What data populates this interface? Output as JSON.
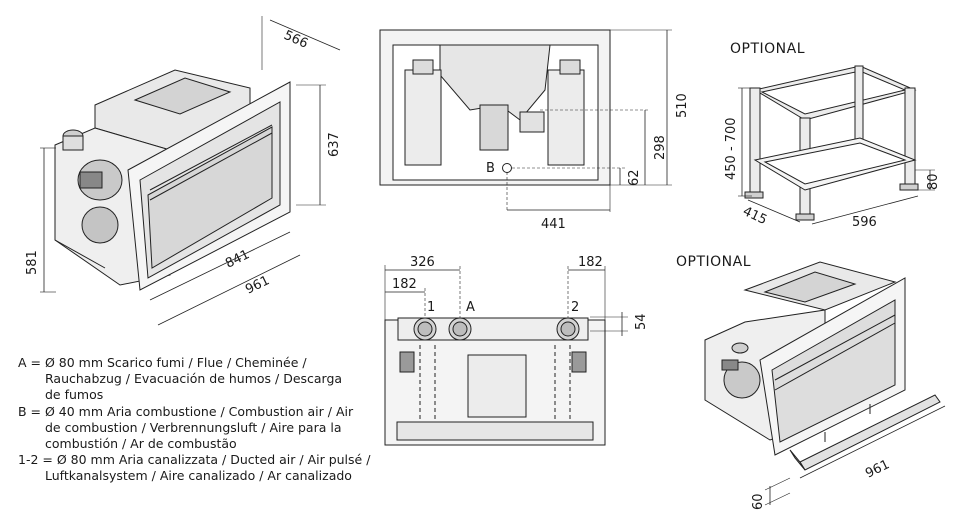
{
  "view1": {
    "d566": "566",
    "d637": "637",
    "d581": "581",
    "d841": "841",
    "d961": "961"
  },
  "view2": {
    "d510": "510",
    "d298": "298",
    "d62": "62",
    "d441": "441",
    "label_b": "B"
  },
  "view3": {
    "d326": "326",
    "d182_left": "182",
    "d182_right": "182",
    "d54": "54",
    "label_1": "1",
    "label_a": "A",
    "label_2": "2"
  },
  "stand": {
    "title": "OPTIONAL",
    "d450_700": "450 - 700",
    "d80": "80",
    "d415": "415",
    "d596": "596"
  },
  "kit": {
    "title": "OPTIONAL",
    "d961": "961",
    "d60": "60"
  },
  "legend": {
    "a_line1": "A = Ø 80 mm  Scarico fumi / Flue / Cheminée /",
    "a_line2": "Rauchabzug / Evacuación de humos / Descarga",
    "a_line3": "de fumos",
    "b_line1": "B = Ø 40 mm  Aria combustione / Combustion air / Air",
    "b_line2": "de combustion / Verbrennungsluft  / Aire para la",
    "b_line3": "combustión / Ar de combustão",
    "c_line1": "1-2 = Ø 80 mm  Aria canalizzata / Ducted air / Air pulsé /",
    "c_line2": "Luftkanalsystem / Aire canalizado / Ar canalizado"
  }
}
